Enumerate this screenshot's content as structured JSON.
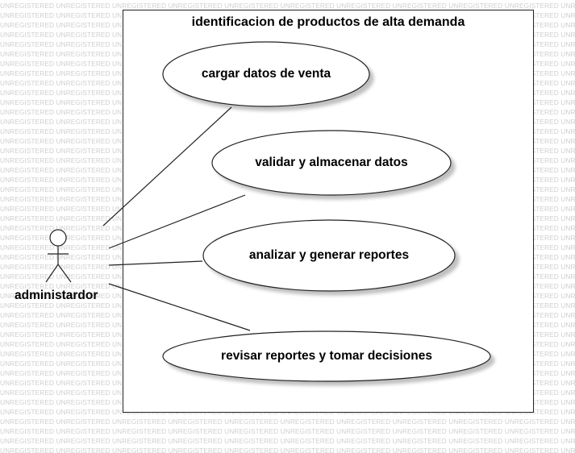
{
  "watermark": {
    "text": "UNREGISTERED"
  },
  "system": {
    "title": "identificacion de productos de alta demanda"
  },
  "actor": {
    "name": "administardor"
  },
  "use_cases": [
    {
      "label": "cargar datos de venta"
    },
    {
      "label": "validar y almacenar datos"
    },
    {
      "label": "analizar y generar reportes"
    },
    {
      "label": "revisar reportes y tomar decisiones"
    }
  ]
}
